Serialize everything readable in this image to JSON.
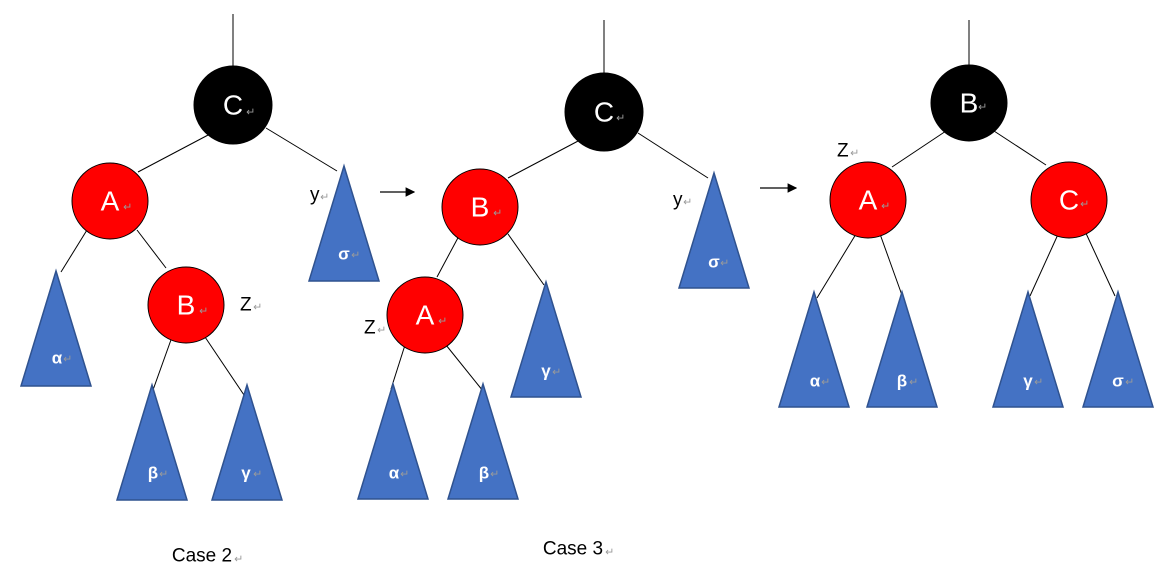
{
  "colors": {
    "black_node": "#000000",
    "red_node": "#ff0000",
    "subtree": "#4472c4",
    "subtree_stroke": "#2f528f"
  },
  "diagrams": [
    {
      "case_label": "Case 2",
      "nodes": {
        "root": "C",
        "left": "A",
        "inner": "B"
      },
      "marks": {
        "z": "Z",
        "y": "y"
      },
      "subtrees": [
        "α",
        "β",
        "γ",
        "σ"
      ]
    },
    {
      "case_label": "Case 3",
      "nodes": {
        "root": "C",
        "left": "B",
        "inner": "A"
      },
      "marks": {
        "z": "Z",
        "y": "y"
      },
      "subtrees": [
        "α",
        "β",
        "γ",
        "σ"
      ]
    },
    {
      "case_label": "",
      "nodes": {
        "root": "B",
        "left": "A",
        "right": "C"
      },
      "marks": {
        "z": "Z"
      },
      "subtrees": [
        "α",
        "β",
        "γ",
        "σ"
      ]
    }
  ],
  "paragraph_mark": "↵"
}
